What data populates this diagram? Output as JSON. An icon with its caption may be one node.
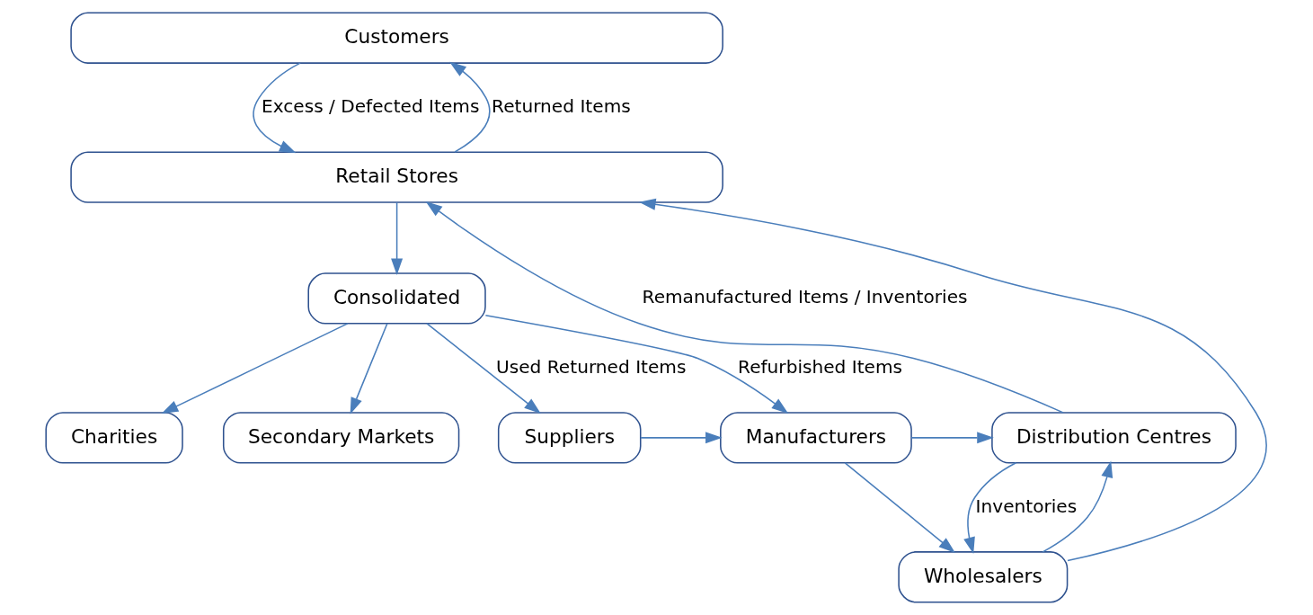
{
  "diagram": {
    "nodes": [
      {
        "text": [
          "Customers"
        ]
      },
      {
        "text": [
          "Retail Stores"
        ]
      },
      {
        "text": [
          "Consolidated"
        ]
      },
      {
        "text": [
          "Charities"
        ]
      },
      {
        "text": [
          "Secondary Markets"
        ]
      },
      {
        "text": [
          "Suppliers"
        ]
      },
      {
        "text": [
          "Manufacturers"
        ]
      },
      {
        "text": [
          "Distribution Centres"
        ]
      },
      {
        "text": [
          "Wholesalers"
        ]
      }
    ],
    "edges": [
      {
        "from": 0,
        "to": 1,
        "arrow": "to",
        "label": "Excess / Defected Items"
      },
      {
        "from": 1,
        "to": 0,
        "arrow": "to",
        "label": "Returned Items"
      },
      {
        "from": 1,
        "to": 2,
        "arrow": "to"
      },
      {
        "from": 2,
        "to": 3,
        "arrow": "to"
      },
      {
        "from": 2,
        "to": 4,
        "arrow": "to"
      },
      {
        "from": 2,
        "to": 5,
        "arrow": "to",
        "label": "Used Returned Items"
      },
      {
        "from": 2,
        "to": 6,
        "arrow": "to",
        "label": "Refurbished Items"
      },
      {
        "from": 5,
        "to": 6,
        "arrow": "to"
      },
      {
        "from": 6,
        "to": 7,
        "arrow": "to"
      },
      {
        "from": 6,
        "to": 8,
        "arrow": "to"
      },
      {
        "from": 8,
        "to": 1,
        "arrow": "to"
      },
      {
        "from": 7,
        "to": 1,
        "arrow": "to",
        "label": "Remanufactured Items / Inventories"
      },
      {
        "from": 8,
        "to": 7,
        "arrow": "to"
      },
      {
        "from": 7,
        "to": 8,
        "arrow": "to",
        "label": "Inventories"
      }
    ]
  }
}
